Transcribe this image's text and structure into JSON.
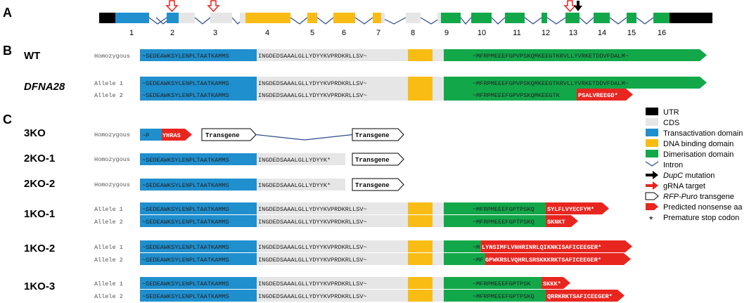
{
  "panels": {
    "a": "A",
    "b": "B",
    "c": "C"
  },
  "exons": [
    "1",
    "2",
    "3",
    "4",
    "5",
    "6",
    "7",
    "8",
    "9",
    "10",
    "11",
    "12",
    "13",
    "14",
    "15",
    "16"
  ],
  "genotype_labels": {
    "wt": "WT",
    "dfna28": "DFNA28",
    "ko3": "3KO",
    "ko2_1": "2KO-1",
    "ko2_2": "2KO-2",
    "ko1_1": "1KO-1",
    "ko1_2": "1KO-2",
    "ko1_3": "1KO-3"
  },
  "allele_labels": {
    "hom": "Homozygous",
    "a1": "Allele 1",
    "a2": "Allele 2"
  },
  "sequences": {
    "ta": "~SEDEAWKSYLENPLTAATKAMMS",
    "cds": "INGDEDSAAALGLLYDYYKVPRDKRLLSV~",
    "cds_short": "INGDEDSAAALGLLYDYYK*",
    "dim_wt": "~MFRPMEEEFGPVPSKQMKEEGTKRVLLYVRKETDDVFDALM~",
    "dim_dfna": "~MFRPMEEEFGPVPSKQMKEEGTK",
    "ko3_ta": "~P",
    "ko3_red": "YHRAS",
    "dfna_red": "PSALVREEGD*",
    "ko1_1_a1_g": "~MFRPMEEEFGPTPSKQ",
    "ko1_1_a1_r": "SYLFLVYECFYM*",
    "ko1_1_a2_g": "~MFRPMEEEFGPTPSKQ",
    "ko1_1_a2_r": "SKNKT",
    "ko1_2_a1_g": "~M",
    "ko1_2_a1_r": "LYNSIMFLVNHRINRLQIKNKISAFICEEGER*",
    "ko1_2_a2_g": "~MF",
    "ko1_2_a2_r": "GPWKRSLVQHRLSRSKKKRKTSAFICEEGER*",
    "ko1_3_a1_g": "~MFRPMEEEFGPTPSK",
    "ko1_3_a1_r": "SKKK*",
    "ko1_3_a2_g": "~MFRPMEEEFGPTPSKQ",
    "ko1_3_a2_r": "QRRKRKTSAFICEEGER*"
  },
  "transgene": "Transgene",
  "legend": [
    {
      "label": "UTR",
      "color": "#000000"
    },
    {
      "label": "CDS",
      "color": "#e6e6e6"
    },
    {
      "label": "Transactivation domain",
      "color": "#1f8fce"
    },
    {
      "label": "DNA binding domain",
      "color": "#f9bc15"
    },
    {
      "label": "Dimerisation domain",
      "color": "#12a84a"
    },
    {
      "label": "Intron",
      "color": "#2c4a8c"
    },
    {
      "label": "DupC mutation",
      "color": "#000000"
    },
    {
      "label": "gRNA target",
      "color": "#e8251f"
    },
    {
      "label": "RFP-Puro transgene",
      "color": "#ffffff"
    },
    {
      "label": "Predicted nonsense aa",
      "color": "#e8251f"
    },
    {
      "label": "Premature stop codon",
      "color": "#000000"
    }
  ],
  "legend_italic_prefix": {
    "dupc": "DupC",
    "rfp": "RFP-Puro"
  },
  "legend_rest": {
    "dupc": " mutation",
    "rfp": " transgene"
  }
}
